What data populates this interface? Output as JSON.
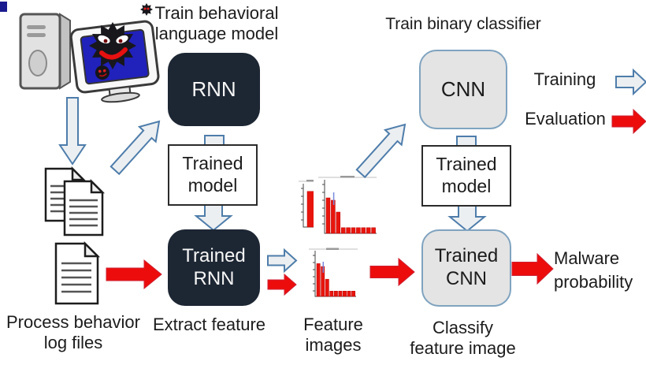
{
  "diagram": {
    "titles": {
      "train_language_model": "Train behavioral\nlanguage model",
      "train_binary_classifier": "Train binary classifier"
    },
    "nodes": {
      "rnn": "RNN",
      "cnn": "CNN",
      "trained_model_left": "Trained\nmodel",
      "trained_model_right": "Trained\nmodel",
      "trained_rnn": "Trained\nRNN",
      "trained_cnn": "Trained\nCNN"
    },
    "labels": {
      "process_logs": "Process behavior\nlog files",
      "extract_feature": "Extract feature",
      "feature_images": "Feature\nimages",
      "classify_feature_image": "Classify\nfeature image",
      "malware_probability": "Malware\nprobability"
    },
    "legend": {
      "training": "Training",
      "evaluation": "Evaluation"
    },
    "icons": {
      "computer": "infected-computer-icon",
      "malware": "malware-spiky-bug-icon",
      "stacked_docs": "stacked-log-files-icon",
      "single_doc": "log-file-icon",
      "feature_charts": "mini-bar-chart-icons"
    },
    "feature_charts": {
      "back": {
        "values": [
          0.87
        ]
      },
      "top": {
        "values": [
          0.75,
          0.7,
          0.45,
          0.12,
          0.12,
          0.12,
          0.12,
          0.12,
          0.12,
          0.12
        ]
      },
      "bottom": {
        "values": [
          0.8,
          0.73,
          0.42,
          0.13,
          0.13,
          0.13,
          0.13,
          0.13,
          0.13
        ]
      }
    },
    "colors": {
      "node_dark": "#1d2633",
      "node_light": "#e4e4e4",
      "node_light_border": "#7fa3c0",
      "arrow_fill": "#eceff1",
      "arrow_stroke": "#4e7dab",
      "eval_red": "#ed0c0c",
      "bar_red": "#e8150d",
      "monitor_screen": "#2121bb",
      "text": "#1c1c1c"
    }
  }
}
